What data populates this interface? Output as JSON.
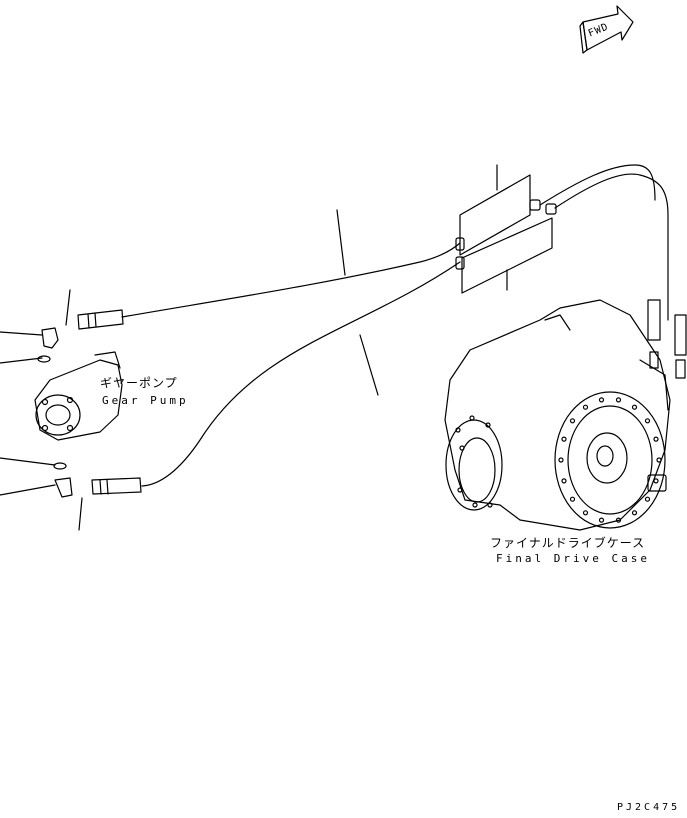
{
  "labels": {
    "gear_pump_jp": "ギヤーポンプ",
    "gear_pump_en": "Gear Pump",
    "final_drive_jp": "ファイナルドライブケース",
    "final_drive_en": "Final Drive Case",
    "fwd": "FWD",
    "drawing_code": "PJ2C475"
  }
}
